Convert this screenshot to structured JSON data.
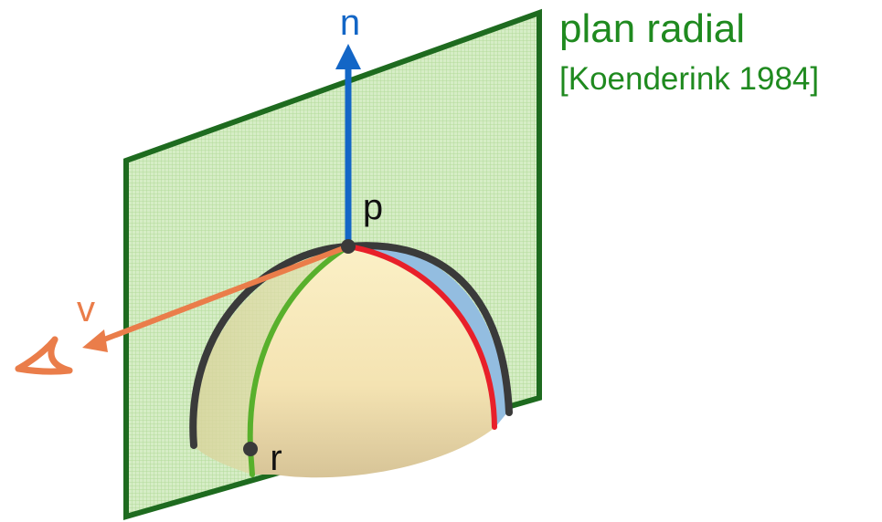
{
  "labels": {
    "plane_title": "plan radial",
    "plane_citation": "[Koenderink 1984]",
    "normal": "n",
    "view": "v",
    "point_p": "p",
    "point_r": "r"
  },
  "icons": {
    "eye": "eye-icon"
  },
  "colors": {
    "plane_fill": "#d3ecc2",
    "plane_hatch": "#a9d38e",
    "plane_border": "#1e6b1f",
    "label_green": "#1f8a1f",
    "normal_blue": "#1366c6",
    "view_orange": "#ea7d4a",
    "dome_fill": "#f8ecbf",
    "dome_shadow": "#dcc99a",
    "back_region_blue": "#93bde0",
    "outline_dark": "#3a3a3a",
    "curve_green": "#58b02c",
    "curve_red": "#e8202a",
    "text_black": "#111111"
  }
}
